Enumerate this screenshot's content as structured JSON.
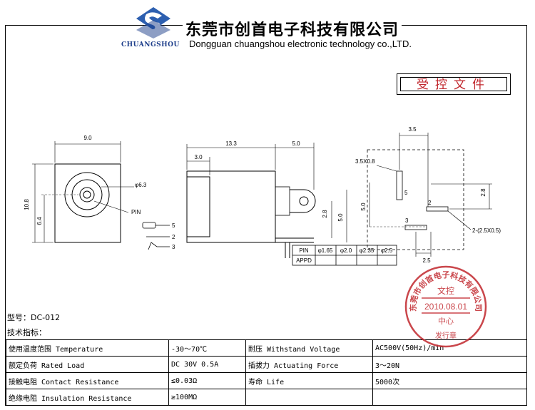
{
  "header": {
    "logo_text": "CHUANGSHOU",
    "company_cn": "东莞市创首电子科技有限公司",
    "company_en": "Dongguan chuangshou electronic technology co.,LTD."
  },
  "controlled_doc_label": "受控文件",
  "drawing": {
    "front": {
      "width": "9.0",
      "height": "10.8",
      "center_offset": "6.4",
      "hole": "φ6.3",
      "pin_label": "PIN"
    },
    "pins": [
      "5",
      "2",
      "3"
    ],
    "side": {
      "length": "13.3",
      "front_depth": "3.0",
      "tab_width": "5.0",
      "tab_height": "2.8",
      "pin_height": "5.0"
    },
    "pcb": {
      "top": "3.5",
      "slot": "3.5X0.8",
      "height": "5.0",
      "right": "2.8",
      "bottom": "2.5",
      "slot_note": "2-(2.5X0.5)",
      "labels": [
        "5",
        "2",
        "3"
      ]
    },
    "pin_table": {
      "headers": [
        "PIN",
        "φ1.65",
        "φ2.0",
        "φ2.35",
        "φ2.5"
      ],
      "row_label": "APPD"
    }
  },
  "stamp": {
    "ring_text": "东莞市创首电子科技有限公司",
    "title": "文控",
    "date": "2010.08.01",
    "center": "中心",
    "bottom": "发行章"
  },
  "model": "型号：DC-012",
  "spec_title": "技术指标：",
  "spec_rows": [
    [
      "使用温度范围 Temperature",
      "-30～70℃",
      "耐压 Withstand Voltage",
      "AC500V(50Hz)/min"
    ],
    [
      "额定负荷 Rated Load",
      "DC 30V 0.5A",
      "插拔力 Actuating Force",
      "3～20N"
    ],
    [
      "接触电阻 Contact Resistance",
      "≤0.03Ω",
      "寿命 Life",
      "5000次"
    ],
    [
      "绝缘电阻 Insulation Resistance",
      "≥100MΩ",
      "",
      ""
    ]
  ],
  "colors": {
    "stamp": "#c1272d",
    "logo_blue": "#1c3d8a"
  }
}
